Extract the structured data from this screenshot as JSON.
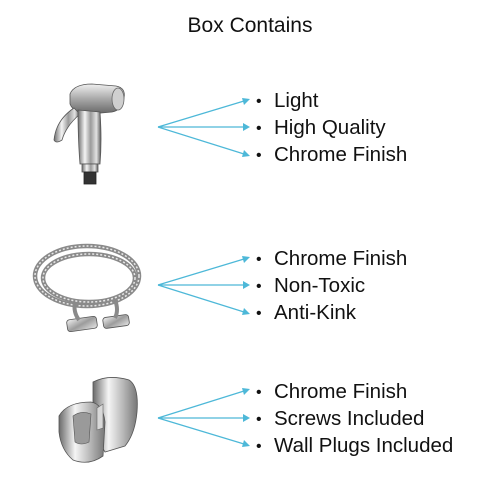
{
  "header": {
    "title": "Box Contains"
  },
  "accent_color": "#4db8d8",
  "sections": [
    {
      "product_icon": "hand-sprayer-icon",
      "features": [
        "Light",
        "High Quality",
        "Chrome Finish"
      ]
    },
    {
      "product_icon": "steel-hose-icon",
      "features": [
        "Chrome Finish",
        "Non-Toxic",
        "Anti-Kink"
      ]
    },
    {
      "product_icon": "wall-holder-icon",
      "features": [
        "Chrome Finish",
        "Screws Included",
        "Wall Plugs Included"
      ]
    }
  ]
}
